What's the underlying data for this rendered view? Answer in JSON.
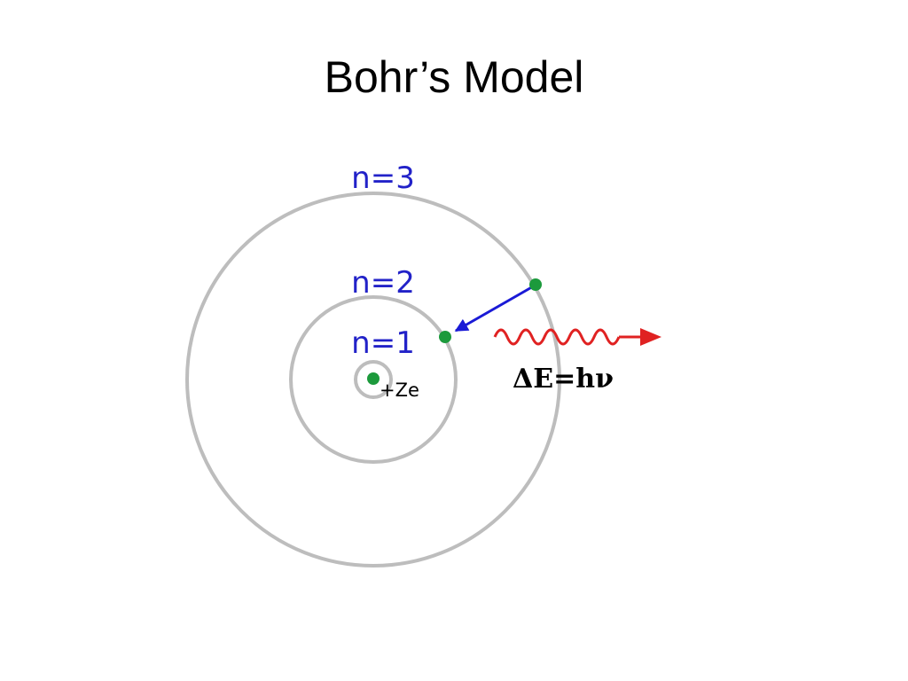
{
  "title": "Bohr’s Model",
  "diagram": {
    "levels": [
      {
        "label": "n=1"
      },
      {
        "label": "n=2"
      },
      {
        "label": "n=3"
      }
    ],
    "nucleus_label": "+Ze",
    "photon_label": "ΔE=hν",
    "colors": {
      "orbit": "#bdbdbd",
      "level_label": "#2222c8",
      "electron": "#1c9a3c",
      "transition_arrow": "#1a1ad6",
      "photon": "#e02222",
      "text": "#000000"
    }
  }
}
